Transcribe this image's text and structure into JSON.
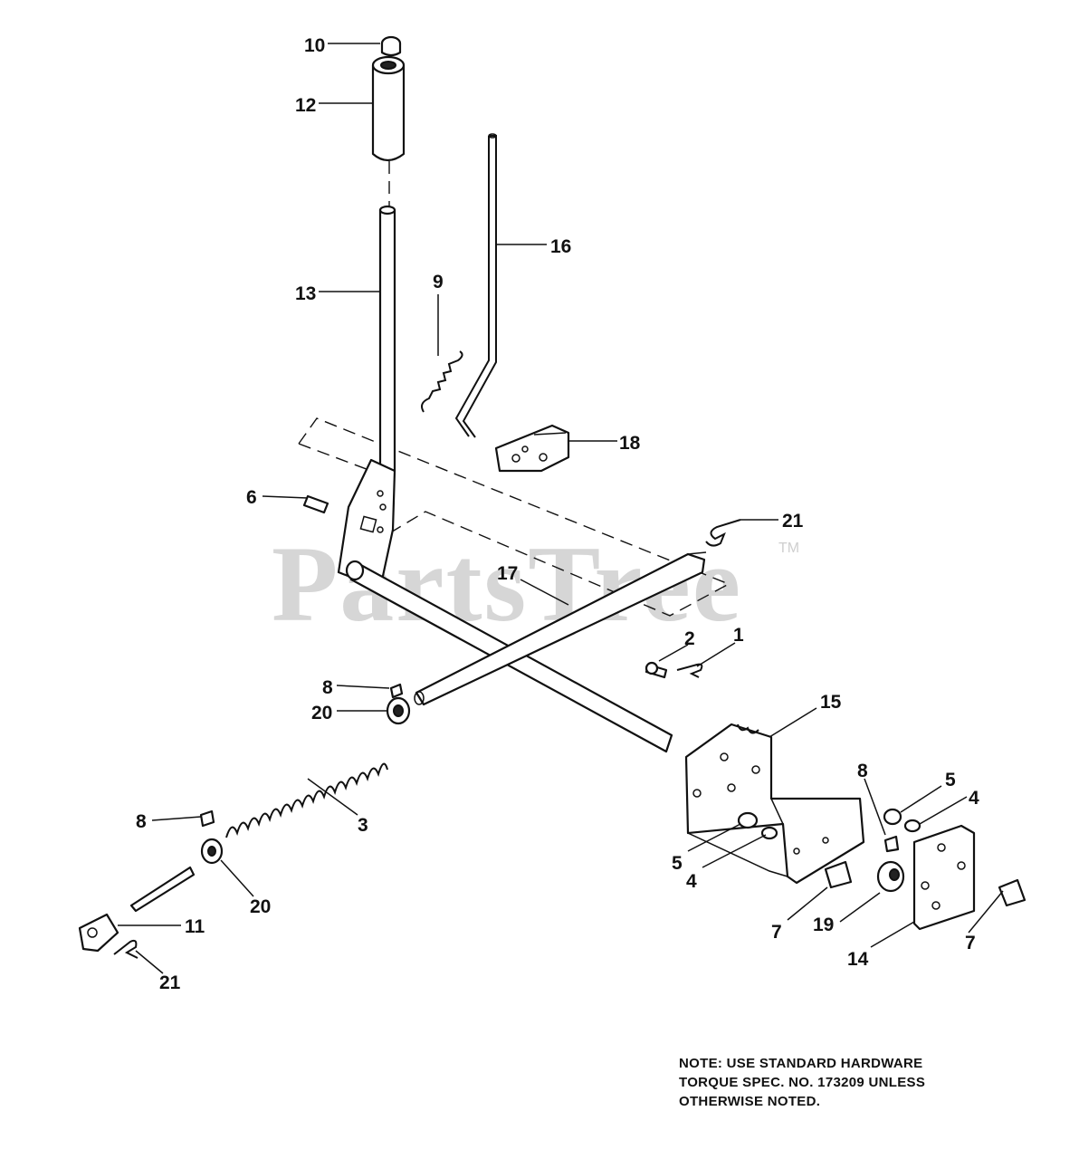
{
  "watermark": {
    "brand": "PartsTree",
    "trademark": "TM"
  },
  "note": {
    "lines": [
      "NOTE: USE STANDARD HARDWARE",
      "TORQUE SPEC. NO. 173209 UNLESS",
      "OTHERWISE NOTED."
    ]
  },
  "callouts": [
    {
      "id": "c10",
      "label": "10"
    },
    {
      "id": "c12",
      "label": "12"
    },
    {
      "id": "c16",
      "label": "16"
    },
    {
      "id": "c13",
      "label": "13"
    },
    {
      "id": "c9",
      "label": "9"
    },
    {
      "id": "c18",
      "label": "18"
    },
    {
      "id": "c6",
      "label": "6"
    },
    {
      "id": "c21a",
      "label": "21"
    },
    {
      "id": "c17",
      "label": "17"
    },
    {
      "id": "c2",
      "label": "2"
    },
    {
      "id": "c1",
      "label": "1"
    },
    {
      "id": "c15",
      "label": "15"
    },
    {
      "id": "c8a",
      "label": "8"
    },
    {
      "id": "c20a",
      "label": "20"
    },
    {
      "id": "c8b",
      "label": "8"
    },
    {
      "id": "c5a",
      "label": "5"
    },
    {
      "id": "c4a",
      "label": "4"
    },
    {
      "id": "c3",
      "label": "3"
    },
    {
      "id": "c8c",
      "label": "8"
    },
    {
      "id": "c5b",
      "label": "5"
    },
    {
      "id": "c4b",
      "label": "4"
    },
    {
      "id": "c20b",
      "label": "20"
    },
    {
      "id": "c11",
      "label": "11"
    },
    {
      "id": "c7a",
      "label": "7"
    },
    {
      "id": "c19",
      "label": "19"
    },
    {
      "id": "c14",
      "label": "14"
    },
    {
      "id": "c7b",
      "label": "7"
    },
    {
      "id": "c21b",
      "label": "21"
    }
  ]
}
